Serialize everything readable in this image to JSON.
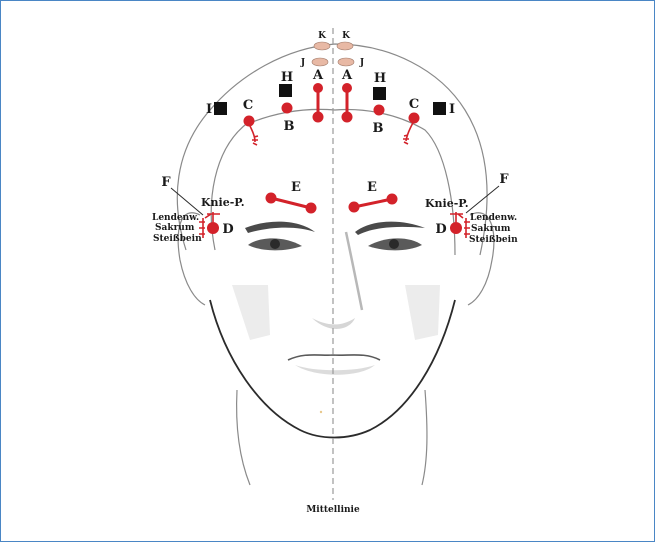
{
  "labels": {
    "K_left": "K",
    "K_right": "K",
    "J_left": "J",
    "J_right": "J",
    "A_left": "A",
    "A_right": "A",
    "H_left": "H",
    "H_right": "H",
    "I_left": "I",
    "I_right": "I",
    "C_left": "C",
    "C_right": "C",
    "B_left": "B",
    "B_right": "B",
    "E_left": "E",
    "E_right": "E",
    "F_left": "F",
    "F_right": "F",
    "knie_left": "Knie-P.",
    "knie_right": "Knie-P.",
    "D_left": "D",
    "D_right": "D",
    "lendenw_left": "Lendenw.",
    "sakrum_left": "Sakrum",
    "steiss_left": "Steißbein",
    "lendenw_right": "Lendenw.",
    "sakrum_right": "Sakrum",
    "steiss_right": "Steißbein",
    "midline": "Mittellinie"
  },
  "colors": {
    "points": "#d3222a",
    "squares": "#111111",
    "k_j_ovals": "#e8b9a5",
    "frame_border": "#4a86c5",
    "midline": "#9a9a9a"
  }
}
